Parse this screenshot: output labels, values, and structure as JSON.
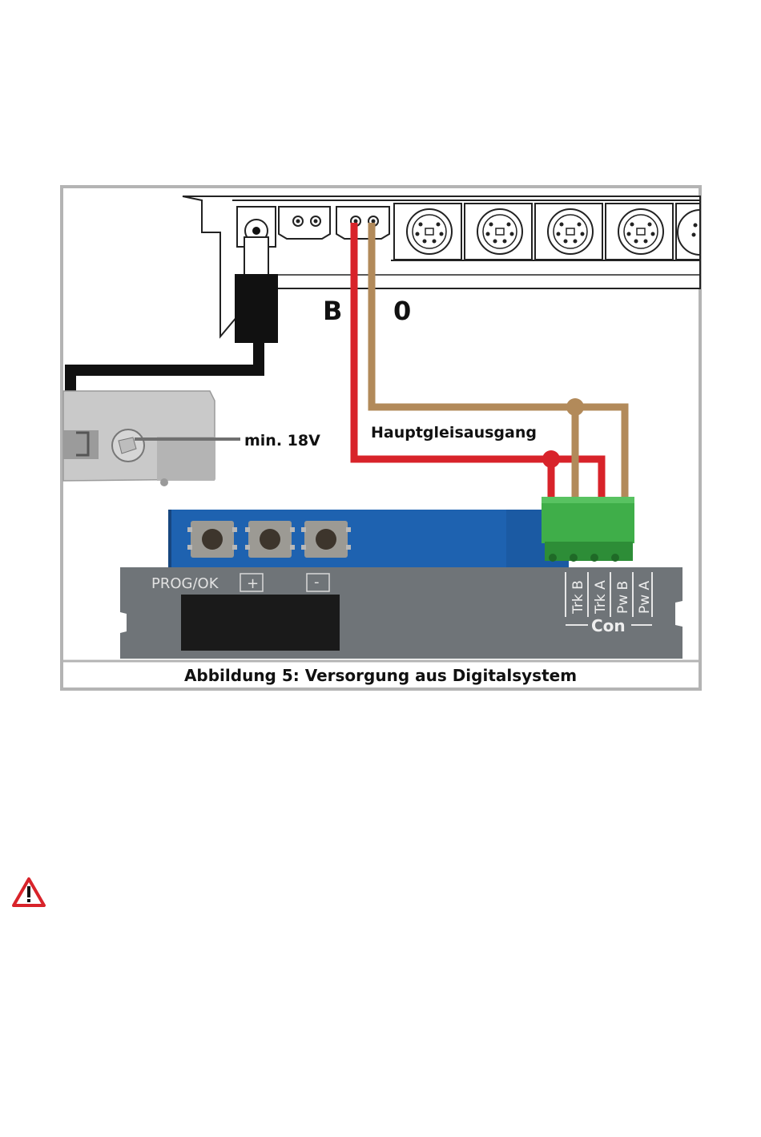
{
  "figure": {
    "caption": "Abbildung 5: Versorgung aus Digitalsystem",
    "terminal_label_b": "B",
    "terminal_label_0": "0",
    "track_output_label": "Hauptgleisausgang",
    "voltage_label": "min. 18V",
    "panel": {
      "prog_label": "PROG/OK",
      "plus_label": "+",
      "minus_label": "-",
      "connector_pins": [
        "Trk B",
        "Trk A",
        "Pw B",
        "Pw A"
      ],
      "connector_title": "Con"
    }
  },
  "colors": {
    "red_wire": "#d8232a",
    "brown_wire": "#b28a5a",
    "black_cable": "#111111",
    "pcb_blue": "#1e62b0",
    "terminal_green": "#3fae49",
    "panel_gray": "#6f7478",
    "housing_gray": "#c8c8c8"
  },
  "icons": {
    "warning": "warning-triangle-icon"
  }
}
